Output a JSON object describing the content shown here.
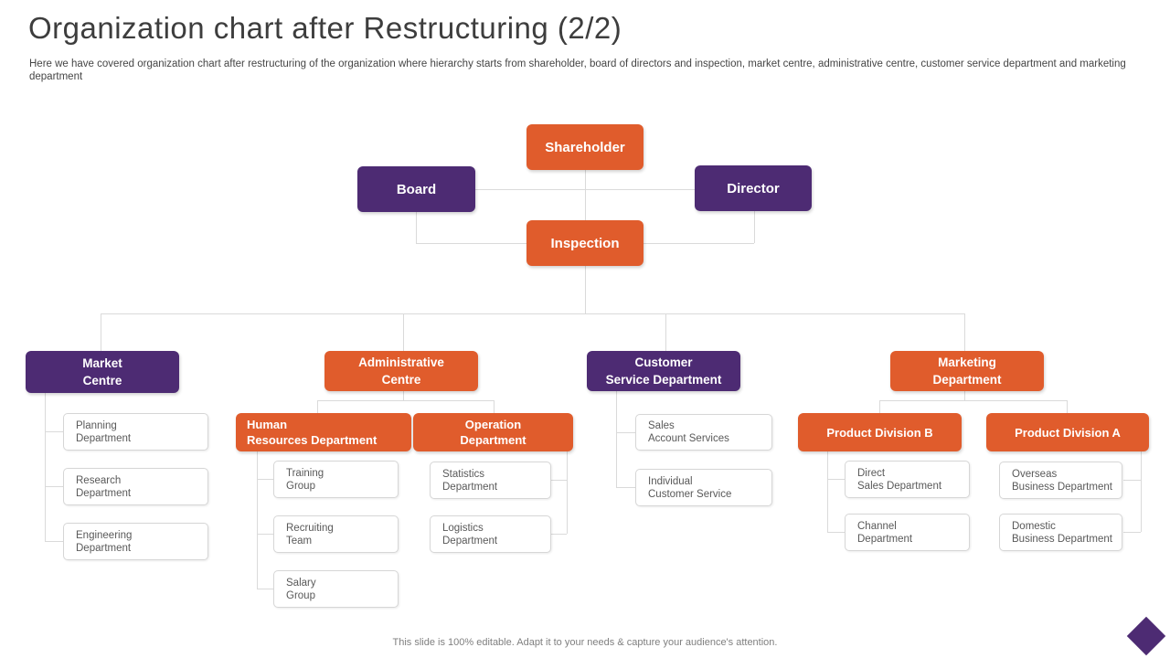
{
  "slide": {
    "title": "Organization chart after Restructuring (2/2)",
    "subtitle": "Here we have covered organization chart after restructuring of the organization where hierarchy starts from shareholder, board of directors and inspection, market centre, administrative centre, customer service department and marketing department",
    "footer": "This slide is 100% editable. Adapt it to your needs & capture your audience's attention."
  },
  "colors": {
    "accent_orange": "#e05c2c",
    "accent_purple": "#4d2b73",
    "connector_gray": "#dadada",
    "leaf_text_gray": "#595959"
  },
  "org_chart": {
    "shareholder": "Shareholder",
    "board": "Board",
    "director": "Director",
    "inspection": "Inspection",
    "branches": {
      "market_centre": {
        "label": "Market\nCentre",
        "children": [
          "Planning\nDepartment",
          "Research\nDepartment",
          "Engineering\nDepartment"
        ]
      },
      "administrative_centre": {
        "label": "Administrative\nCentre",
        "human_resources": {
          "label": "Human\nResources Department",
          "children": [
            "Training\nGroup",
            "Recruiting\nTeam",
            "Salary\nGroup"
          ]
        },
        "operation": {
          "label": "Operation\nDepartment",
          "children": [
            "Statistics\nDepartment",
            "Logistics\nDepartment"
          ]
        }
      },
      "customer_service": {
        "label": "Customer\nService Department",
        "children": [
          "Sales\nAccount Services",
          "Individual\nCustomer Service"
        ]
      },
      "marketing": {
        "label": "Marketing\nDepartment",
        "product_division_b": {
          "label": "Product Division B",
          "children": [
            "Direct\nSales Department",
            "Channel\nDepartment"
          ]
        },
        "product_division_a": {
          "label": "Product Division A",
          "children": [
            "Overseas\nBusiness Department",
            "Domestic\nBusiness Department"
          ]
        }
      }
    }
  }
}
